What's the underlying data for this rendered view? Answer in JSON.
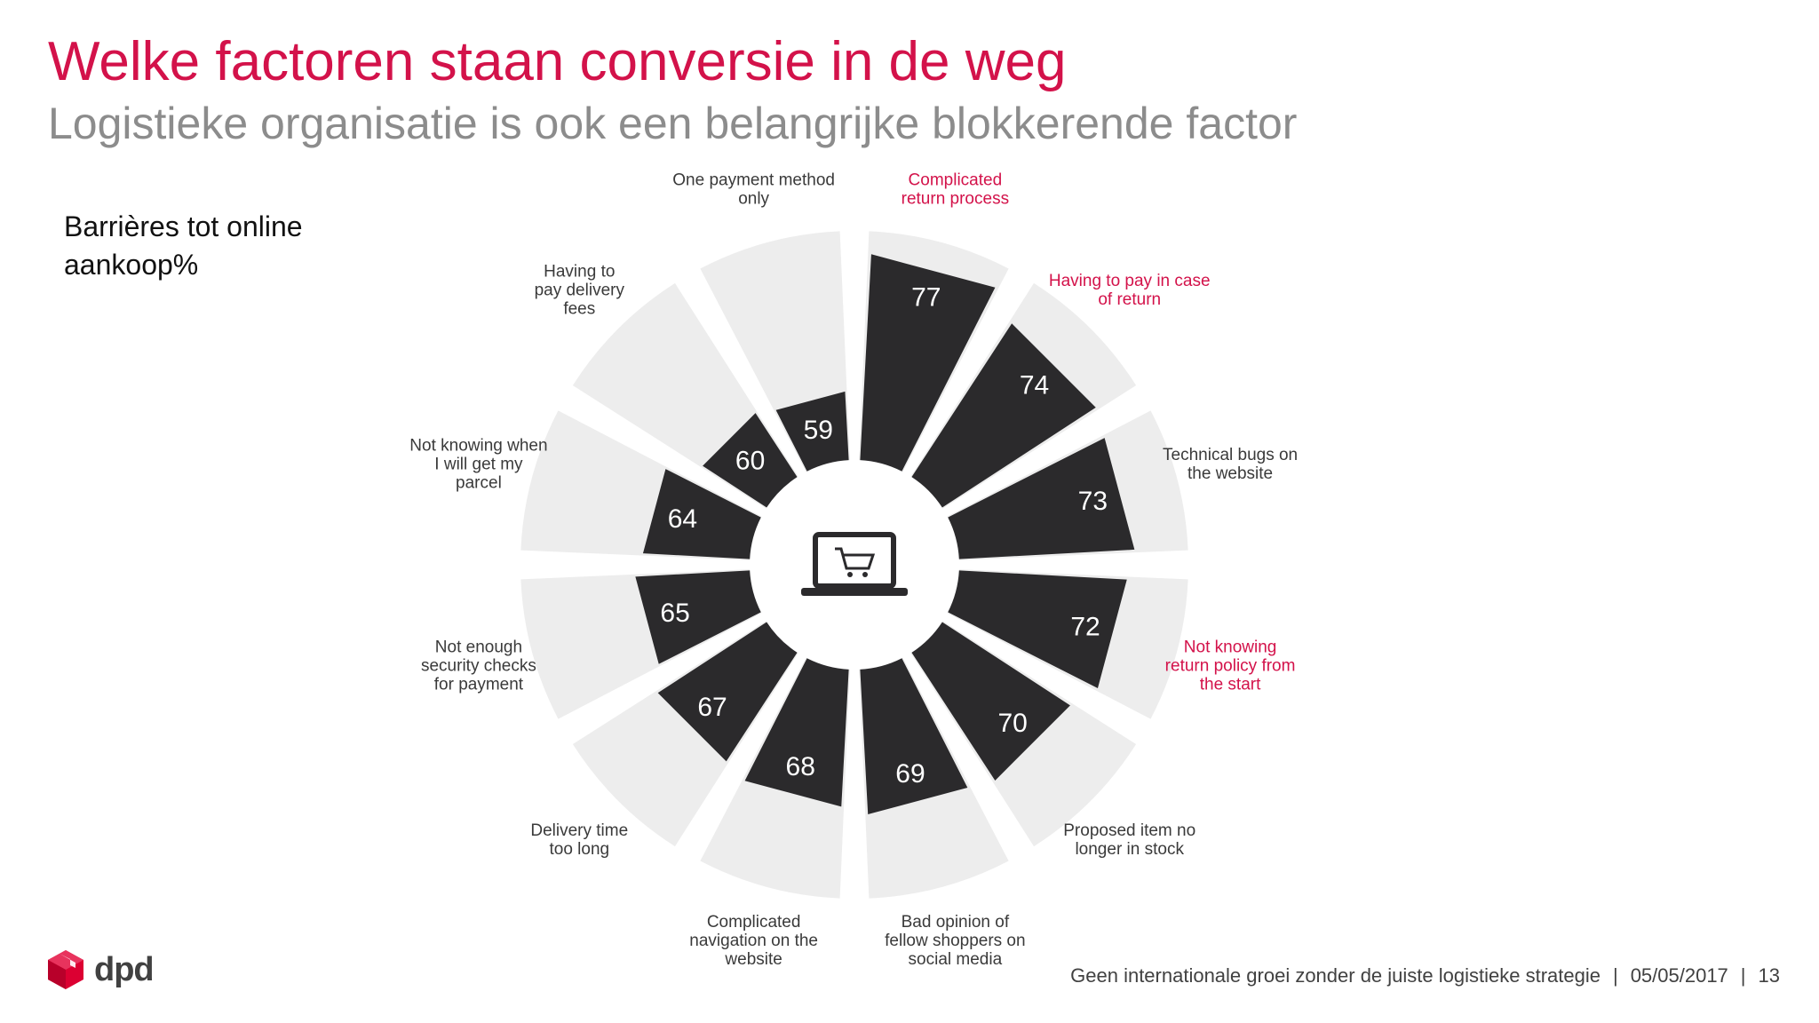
{
  "slide": {
    "title": "Welke factoren staan conversie in de weg",
    "subtitle": "Logistieke organisatie is ook een belangrijke blokkerende factor",
    "side_label_lines": [
      "Barrières tot online",
      "aankoop%"
    ]
  },
  "footer": {
    "text": "Geen internationale groei zonder de juiste logistieke strategie",
    "date": "05/05/2017",
    "page": "13",
    "logo_text": "dpd"
  },
  "colors": {
    "accent": "#d3124a",
    "segment": "#2b2a2c",
    "ring": "#ededed",
    "label_dark": "#3a3a3a",
    "label_highlight": "#d3124a"
  },
  "icons": {
    "center": "laptop-cart-icon",
    "logo": "dpd-cube-icon"
  },
  "chart_data": {
    "type": "radial-bar",
    "unit": "%",
    "categories": [
      {
        "label": [
          "Complicated",
          "return process"
        ],
        "value": 77,
        "highlight": true
      },
      {
        "label": [
          "Having to pay in case",
          "of return"
        ],
        "value": 74,
        "highlight": true
      },
      {
        "label": [
          "Technical bugs on",
          "the website"
        ],
        "value": 73,
        "highlight": false
      },
      {
        "label": [
          "Not knowing",
          "return policy from",
          "the start"
        ],
        "value": 72,
        "highlight": true
      },
      {
        "label": [
          "Proposed item no",
          "longer in stock"
        ],
        "value": 70,
        "highlight": false
      },
      {
        "label": [
          "Bad opinion of",
          "fellow shoppers on",
          "social media"
        ],
        "value": 69,
        "highlight": false
      },
      {
        "label": [
          "Complicated",
          "navigation on the",
          "website"
        ],
        "value": 68,
        "highlight": false
      },
      {
        "label": [
          "Delivery time",
          "too long"
        ],
        "value": 67,
        "highlight": false
      },
      {
        "label": [
          "Not enough",
          "security checks",
          "for payment"
        ],
        "value": 65,
        "highlight": false
      },
      {
        "label": [
          "Not knowing when",
          "I will get my",
          "parcel"
        ],
        "value": 64,
        "highlight": false
      },
      {
        "label": [
          "Having to",
          "pay delivery",
          "fees"
        ],
        "value": 60,
        "highlight": false
      },
      {
        "label": [
          "One payment method",
          "only"
        ],
        "value": 59,
        "highlight": false
      }
    ]
  }
}
